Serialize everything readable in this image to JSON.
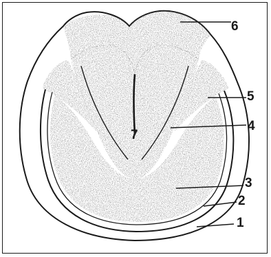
{
  "figure": {
    "subject": "hoof-sole",
    "colors": {
      "ink": "#1a1a1a",
      "stipple": "#555555",
      "paper": "#ffffff"
    },
    "callouts": [
      {
        "id": "c1",
        "text": "1"
      },
      {
        "id": "c2",
        "text": "2"
      },
      {
        "id": "c3",
        "text": "3"
      },
      {
        "id": "c4",
        "text": "4"
      },
      {
        "id": "c5",
        "text": "5"
      },
      {
        "id": "c6",
        "text": "6"
      },
      {
        "id": "c7",
        "text": "7"
      }
    ]
  }
}
